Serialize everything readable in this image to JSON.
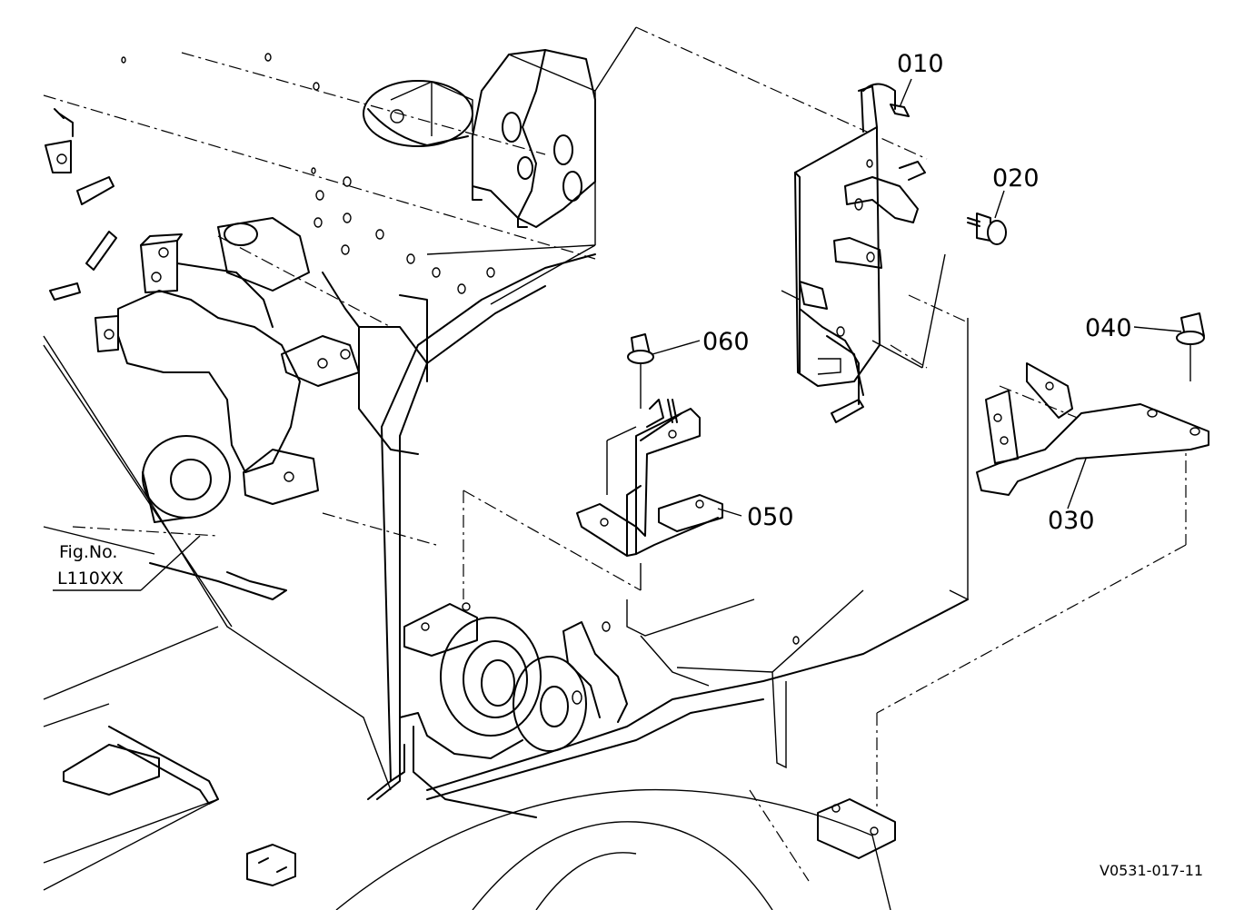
{
  "parts": [
    {
      "id": "p010",
      "label": "010"
    },
    {
      "id": "p020",
      "label": "020"
    },
    {
      "id": "p030",
      "label": "030"
    },
    {
      "id": "p040",
      "label": "040"
    },
    {
      "id": "p050",
      "label": "050"
    },
    {
      "id": "p060",
      "label": "060"
    }
  ],
  "figure_ref": {
    "line1": "Fig.No.",
    "line2": "L110XX"
  },
  "drawing_code": "V0531-017-11"
}
